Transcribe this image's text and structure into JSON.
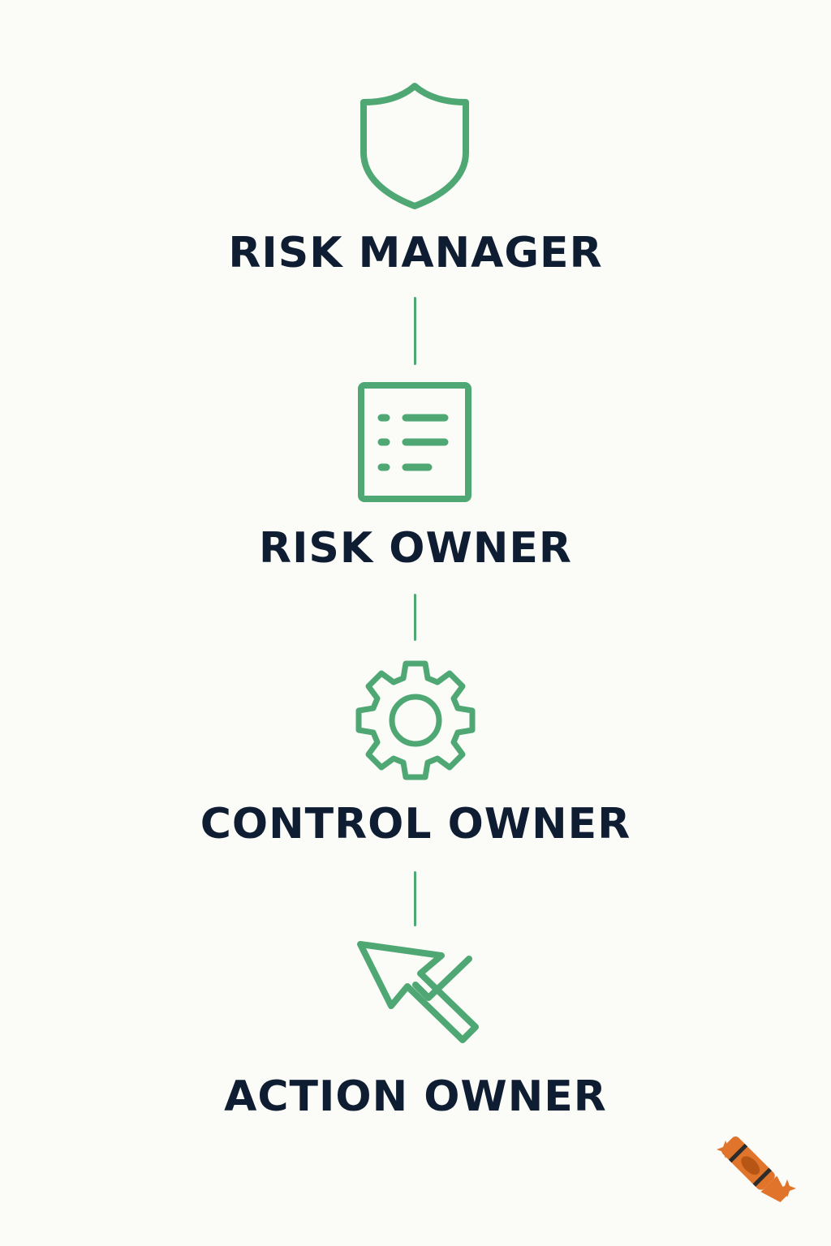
{
  "diagram": {
    "type": "vertical-hierarchy",
    "accent_color": "#4fa874",
    "text_color": "#0f1d33",
    "background_color": "#fbfbf8",
    "nodes": [
      {
        "label": "RISK MANAGER",
        "icon": "shield-icon"
      },
      {
        "label": "RISK OWNER",
        "icon": "checklist-icon"
      },
      {
        "label": "CONTROL OWNER",
        "icon": "gear-icon"
      },
      {
        "label": "ACTION OWNER",
        "icon": "cursor-check-icon"
      }
    ],
    "edges": [
      {
        "from": "RISK MANAGER",
        "to": "RISK OWNER"
      },
      {
        "from": "RISK OWNER",
        "to": "CONTROL OWNER"
      },
      {
        "from": "CONTROL OWNER",
        "to": "ACTION OWNER"
      }
    ]
  },
  "watermark": {
    "icon": "crayon-logo-icon",
    "color": "#e0742a"
  }
}
